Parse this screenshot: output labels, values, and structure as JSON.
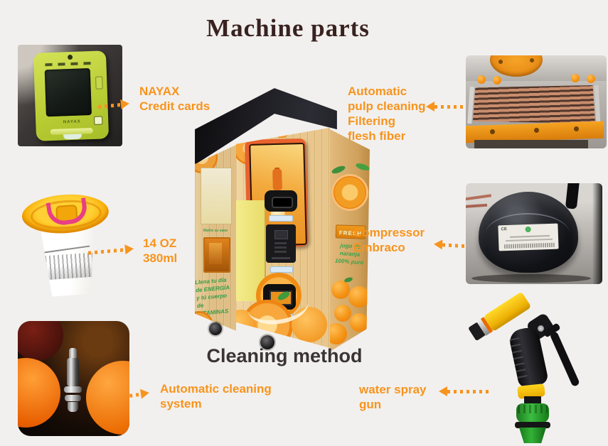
{
  "page": {
    "title": "Machine parts",
    "section_heading": "Cleaning method"
  },
  "colors": {
    "accent_orange": "#f7941e",
    "title_brown": "#38221f",
    "heading_dark": "#3a3434",
    "background": "#f2f0ee",
    "screen_bezel_orange": "#e8622d",
    "machine_green_text": "#3aa34a"
  },
  "callouts": {
    "nayax": {
      "line1": "NAYAX",
      "line2": "Credit cards"
    },
    "pulp": {
      "line1": "Automatic",
      "line2": "pulp cleaning",
      "line3": "Filtering",
      "line4": "flesh fiber"
    },
    "cup": {
      "line1": "14 OZ",
      "line2": "380ml"
    },
    "compressor": {
      "line1": "Compressor",
      "line2": "Embraco"
    },
    "cleaning_system": {
      "line1": "Automatic cleaning",
      "line2": "system"
    },
    "spray_gun": {
      "line1": "water spray",
      "line2": "gun"
    }
  },
  "machine": {
    "retire_label": "Retire su vaso",
    "slogan": {
      "line1": "Llena tu día",
      "line2": "de ENERGÍA",
      "line3": "y tú cuerpo de",
      "line4": "VITAMINAS"
    },
    "right_panel": {
      "fresh": "FRESH",
      "line1": "jugo de naranja",
      "line2": "100% puro"
    }
  },
  "photos": {
    "nayax_brand": "NAYAX",
    "compressor_ce_mark": "CE"
  }
}
